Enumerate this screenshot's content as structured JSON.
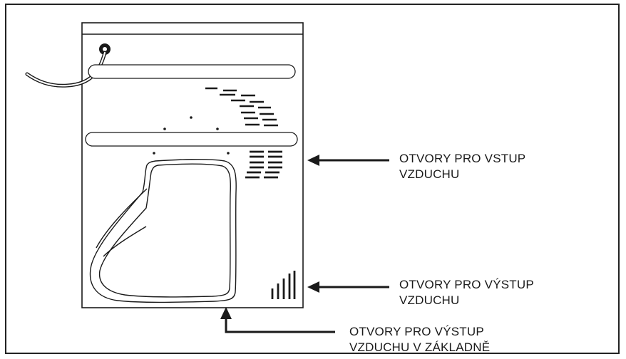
{
  "labels": {
    "air_inlet": {
      "line1": "OTVORY PRO VSTUP",
      "line2": "VZDUCHU"
    },
    "air_outlet": {
      "line1": "OTVORY PRO VÝSTUP",
      "line2": "VZDUCHU"
    },
    "air_outlet_base": {
      "line1": "OTVORY PRO VÝSTUP",
      "line2": "VZDUCHU V ZÁKLADNĚ"
    }
  },
  "colors": {
    "line": "#1a1a1a",
    "background": "#ffffff"
  }
}
